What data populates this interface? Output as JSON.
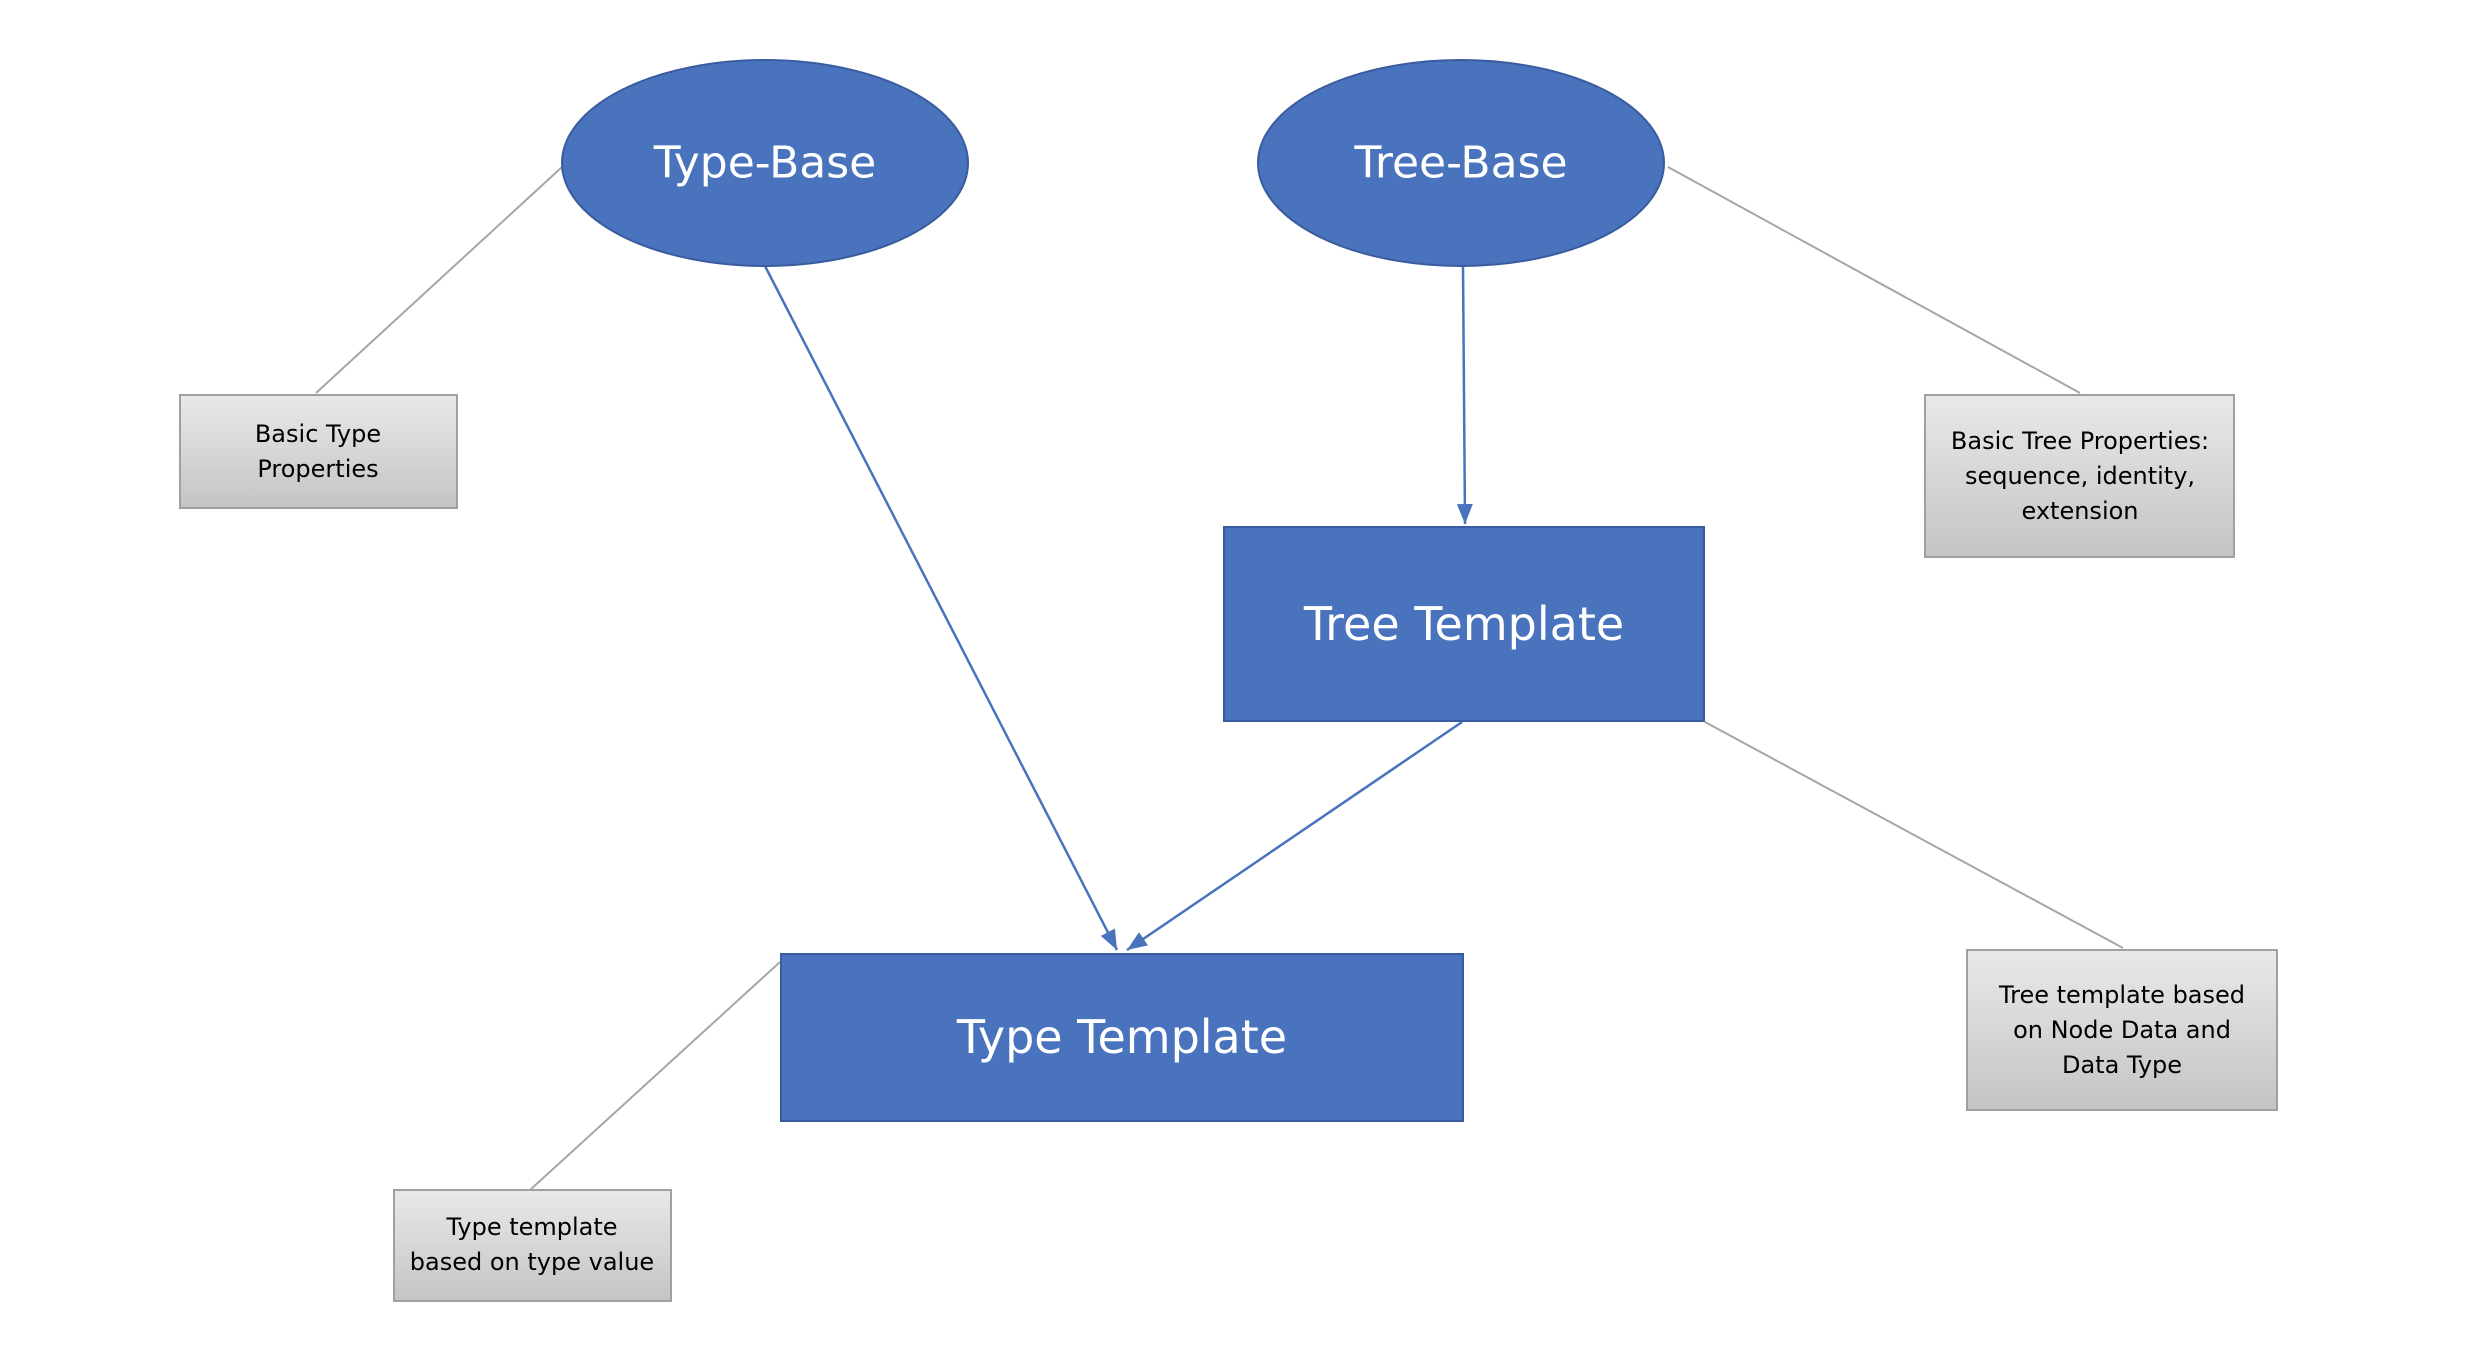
{
  "colors": {
    "node_fill": "#4a73be",
    "node_stroke": "#3a5c9e",
    "arrow": "#4a73be",
    "connector": "#a6a6a6",
    "note_fill_top": "#e9e9e9",
    "note_fill_bottom": "#c4c4c4",
    "note_stroke": "#a0a0a0",
    "background": "#ffffff"
  },
  "nodes": {
    "type_base": {
      "label": "Type-Base",
      "shape": "ellipse"
    },
    "tree_base": {
      "label": "Tree-Base",
      "shape": "ellipse"
    },
    "tree_template": {
      "label": "Tree Template",
      "shape": "rectangle"
    },
    "type_template": {
      "label": "Type Template",
      "shape": "rectangle"
    }
  },
  "notes": {
    "basic_type": {
      "lines": [
        "Basic Type",
        "Properties"
      ]
    },
    "basic_tree": {
      "lines": [
        "Basic Tree Properties:",
        "sequence, identity,",
        "extension"
      ]
    },
    "tree_template_note": {
      "lines": [
        "Tree template based",
        "on Node Data and",
        "Data Type"
      ]
    },
    "type_template_note": {
      "lines": [
        "Type template",
        "based on type value"
      ]
    }
  },
  "edges": [
    {
      "from": "type_base",
      "to": "type_template",
      "kind": "arrow"
    },
    {
      "from": "tree_base",
      "to": "tree_template",
      "kind": "arrow"
    },
    {
      "from": "tree_template",
      "to": "type_template",
      "kind": "arrow"
    },
    {
      "from": "type_base",
      "to": "basic_type",
      "kind": "connector"
    },
    {
      "from": "tree_base",
      "to": "basic_tree",
      "kind": "connector"
    },
    {
      "from": "tree_template",
      "to": "tree_template_note",
      "kind": "connector"
    },
    {
      "from": "type_template",
      "to": "type_template_note",
      "kind": "connector"
    }
  ]
}
